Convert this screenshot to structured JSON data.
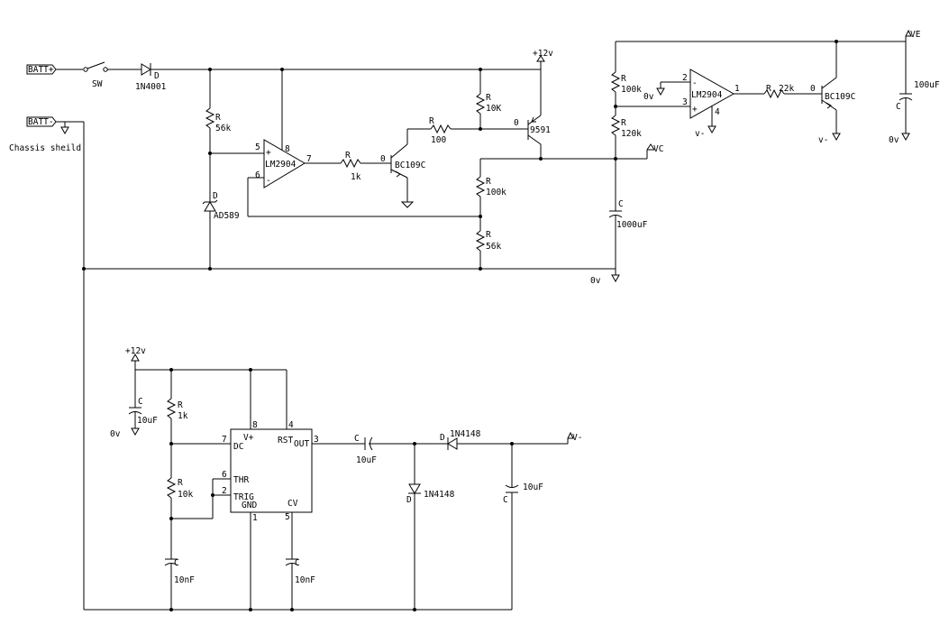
{
  "connectors": {
    "batt_plus": "BATT+",
    "batt_minus": "BATT-",
    "chassis": "Chassis sheild"
  },
  "switch": {
    "designator": "SW"
  },
  "diode_in": {
    "designator": "D",
    "part": "1N4001"
  },
  "zener": {
    "designator": "D",
    "part": "AD589"
  },
  "r_56k_a": {
    "designator": "R",
    "value": "56k"
  },
  "opamp1": {
    "part": "LM2904",
    "pin_plus": "5",
    "pin_minus": "6",
    "pin_out": "7",
    "pin_supply": "8",
    "plus": "+",
    "minus": "-"
  },
  "r_1k_a": {
    "designator": "R",
    "value": "1k"
  },
  "q1": {
    "part": "BC109C",
    "pin": "0"
  },
  "r_100": {
    "designator": "R",
    "value": "100"
  },
  "r_10k_a": {
    "designator": "R",
    "value": "10K"
  },
  "q_9591": {
    "part": "9591",
    "pin": "0"
  },
  "supply_12v_top": "+12v",
  "r_100k_a": {
    "designator": "R",
    "value": "100k"
  },
  "r_56k_b": {
    "designator": "R",
    "value": "56k"
  },
  "node_vc": "VC",
  "cap_1000": {
    "designator": "C",
    "value": "1000uF"
  },
  "ground_0v": "0v",
  "r_100k_b": {
    "designator": "R",
    "value": "100k"
  },
  "r_120k": {
    "designator": "R",
    "value": "120k"
  },
  "opamp2": {
    "part": "LM2904",
    "pin_minus": "2",
    "pin_plus": "3",
    "pin_out": "1",
    "pin_gnd": "4",
    "plus": "+",
    "minus": "-"
  },
  "opamp2_ref": "0v",
  "opamp2_neg": "v-",
  "r_22k": {
    "designator": "R",
    "value": "22k"
  },
  "q2": {
    "part": "BC109C",
    "pin": "0",
    "emitter_label": "v-"
  },
  "node_ve": "VE",
  "cap_100u": {
    "designator": "C",
    "value": "100uF"
  },
  "ground_0v_right": "0v",
  "supply_12v_bottom": "+12v",
  "cap_10u_a": {
    "designator": "C",
    "value": "10uF"
  },
  "ground_0v_bottom": "0v",
  "r_1k_b": {
    "designator": "R",
    "value": "1k"
  },
  "r_10k_b": {
    "designator": "R",
    "value": "10k"
  },
  "timer": {
    "pin_8": "8",
    "pin_4": "4",
    "pin_7": "7",
    "pin_6": "6",
    "pin_2": "2",
    "pin_1": "1",
    "pin_5": "5",
    "pin_3": "3",
    "vplus": "V+",
    "rst": "RST",
    "dc": "DC",
    "out": "OUT",
    "thr": "THR",
    "trig": "TRIG",
    "gnd": "GND",
    "cv": "CV"
  },
  "cap_10n_a": {
    "designator": "C",
    "value": "10nF"
  },
  "cap_10n_b": {
    "designator": "C",
    "value": "10nF"
  },
  "cap_10u_b": {
    "designator": "C",
    "value": "10uF"
  },
  "diode_a": {
    "designator": "D",
    "part": "1N4148"
  },
  "diode_b": {
    "designator": "D",
    "part": "1N4148"
  },
  "cap_10u_c": {
    "designator": "C",
    "value": "10uF"
  },
  "node_vminus": "V-"
}
